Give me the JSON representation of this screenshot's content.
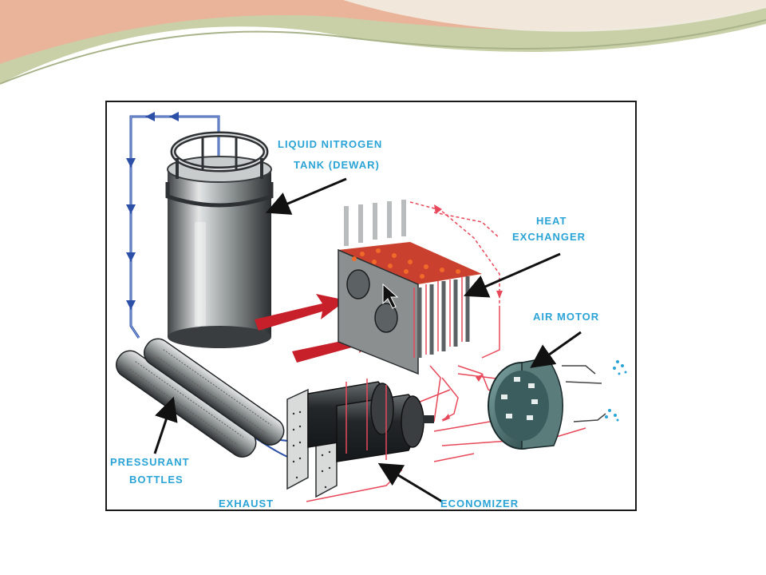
{
  "slide": {
    "theme_colors": {
      "banner_peach": "#e9b49a",
      "banner_sage": "#c9d0a8",
      "label_blue": "#2aa3d6",
      "frame_border": "#1a1a1a"
    }
  },
  "diagram": {
    "labels": {
      "tank_line1": "LIQUID NITROGEN",
      "tank_line2": "TANK (DEWAR)",
      "heat_exchanger_line1": "HEAT",
      "heat_exchanger_line2": "EXCHANGER",
      "air_motor": "AIR MOTOR",
      "bottles_line1": "PRESSURANT",
      "bottles_line2": "BOTTLES",
      "exhaust": "EXHAUST",
      "economizer": "ECONOMIZER"
    },
    "colors": {
      "nitrogen_line": "#2c4fa8",
      "hot_line": "#e8495a",
      "air_flow_arrow": "#c8202a",
      "pointer": "#111111"
    }
  }
}
